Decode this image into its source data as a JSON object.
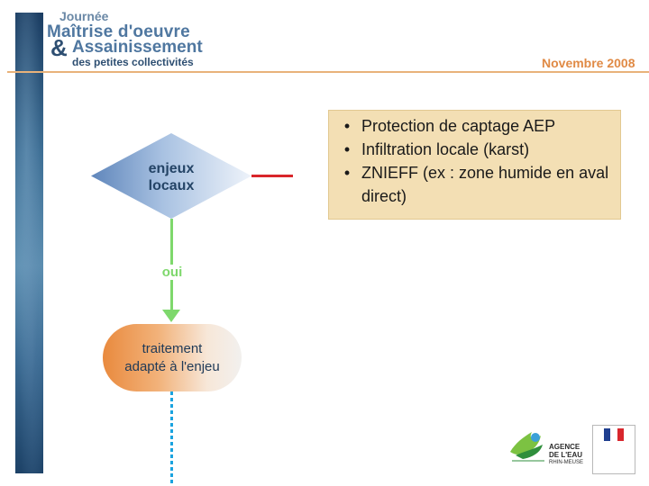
{
  "header": {
    "line1": "Journée",
    "line2": "Maîtrise d'oeuvre",
    "ampersand": "&",
    "line3": "Assainissement",
    "line4": "des petites collectivités",
    "date": "Novembre 2008"
  },
  "bullets": {
    "mark": "•",
    "items": [
      "Protection de captage AEP",
      "Infiltration locale (karst)",
      "ZNIEFF (ex : zone humide en aval direct)"
    ]
  },
  "flowchart": {
    "decision_label_line1": "enjeux",
    "decision_label_line2": "locaux",
    "yes_label": "oui",
    "action_label_line1": "traitement",
    "action_label_line2": "adapté à l'enjeu"
  },
  "logos": {
    "agence_line1": "AGENCE",
    "agence_line2": "DE L'EAU",
    "agence_line3": "RHIN-MEUSE"
  },
  "colors": {
    "accent_orange": "#e08a45",
    "title_blue": "#4f77a0",
    "box_fill": "#f3dfb4",
    "connector_red": "#d9262a",
    "flow_green": "#7ed86c",
    "dotted_blue": "#1aa3df"
  }
}
